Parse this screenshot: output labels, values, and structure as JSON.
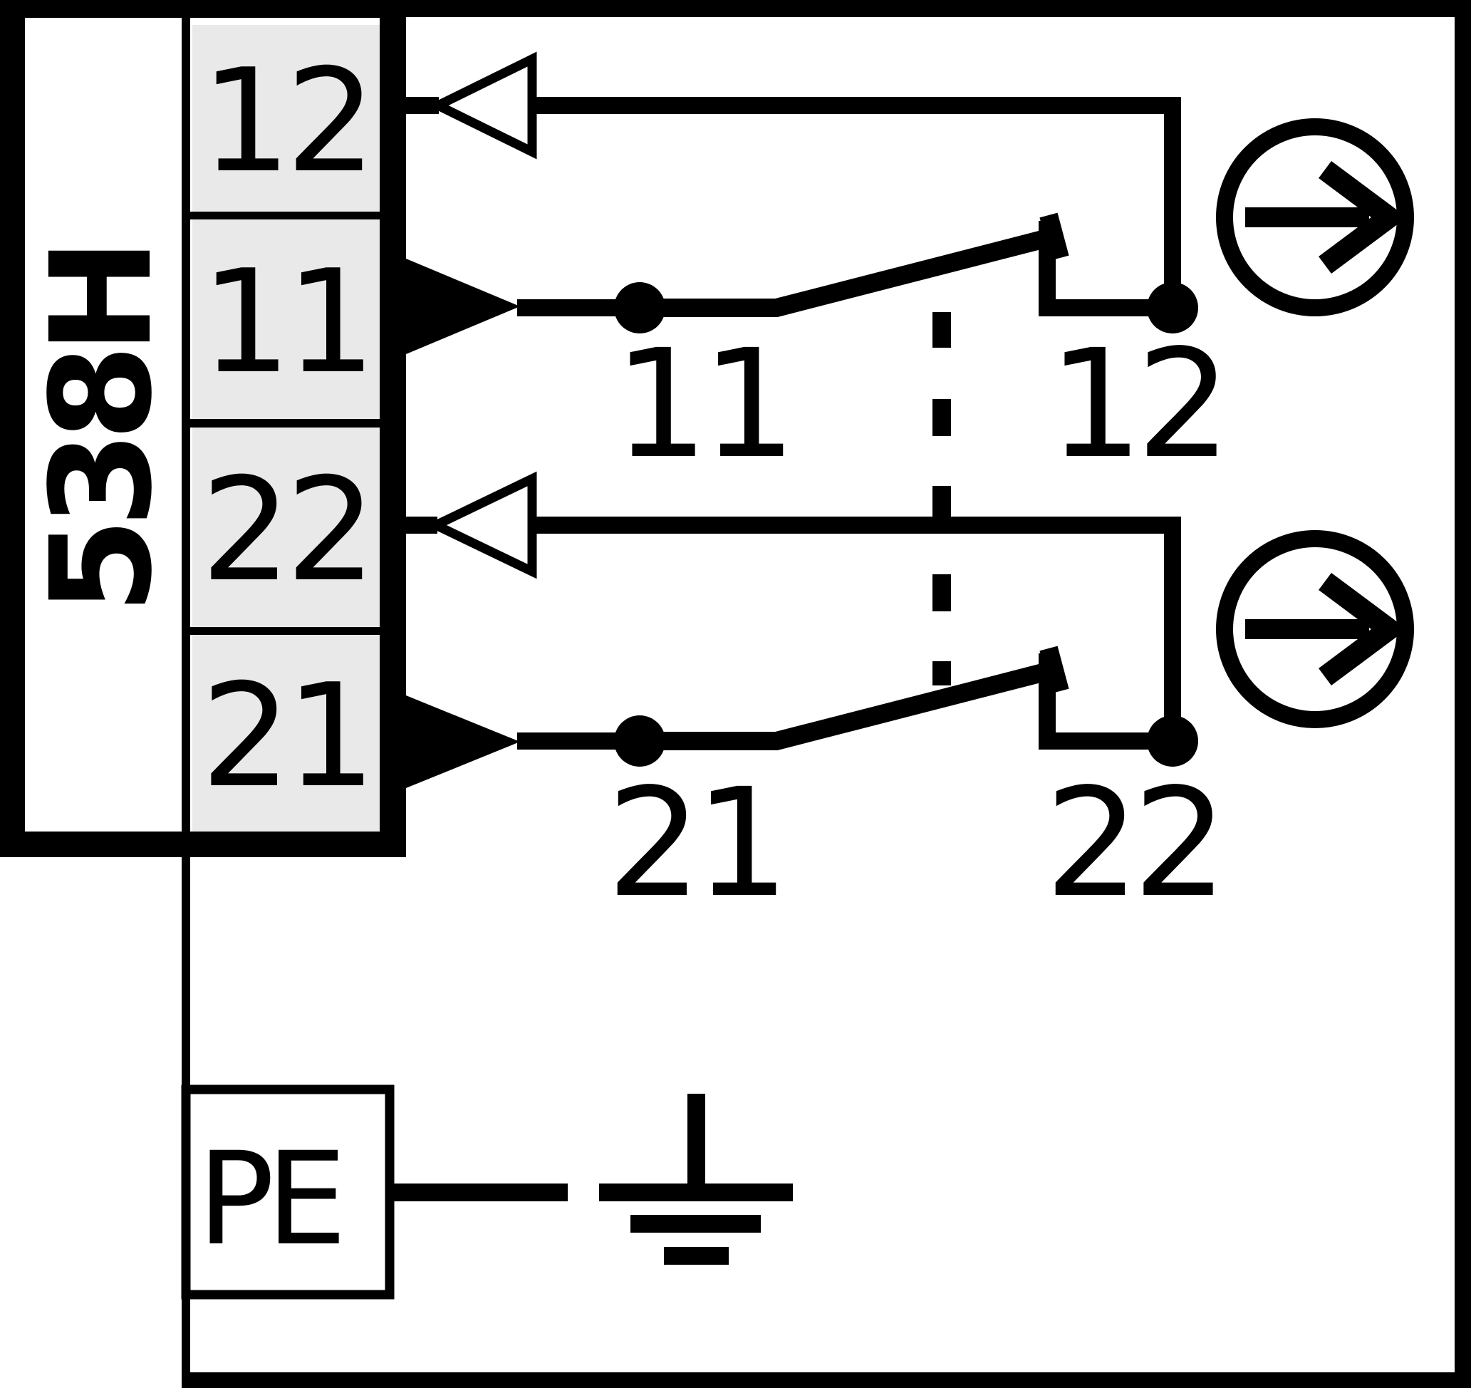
{
  "diagram": {
    "device_label": "538H",
    "pe_label": "PE",
    "block_terminals": {
      "t12": "12",
      "t11": "11",
      "t22": "22",
      "t21": "21"
    },
    "contact_labels": {
      "nc1_left": "11",
      "nc1_right": "12",
      "nc2_left": "21",
      "nc2_right": "22"
    },
    "symbols": {
      "actuator_top": "circle-right-arrow-icon",
      "actuator_bottom": "circle-right-arrow-icon",
      "ground": "earth-ground-icon",
      "mechanical_link": "dashed-link",
      "arrow_out": "filled-right-triangle",
      "arrow_in": "hollow-left-triangle"
    },
    "colors": {
      "line": "#000000",
      "terminal_fill": "#e9e9e9",
      "background": "#ffffff"
    }
  }
}
